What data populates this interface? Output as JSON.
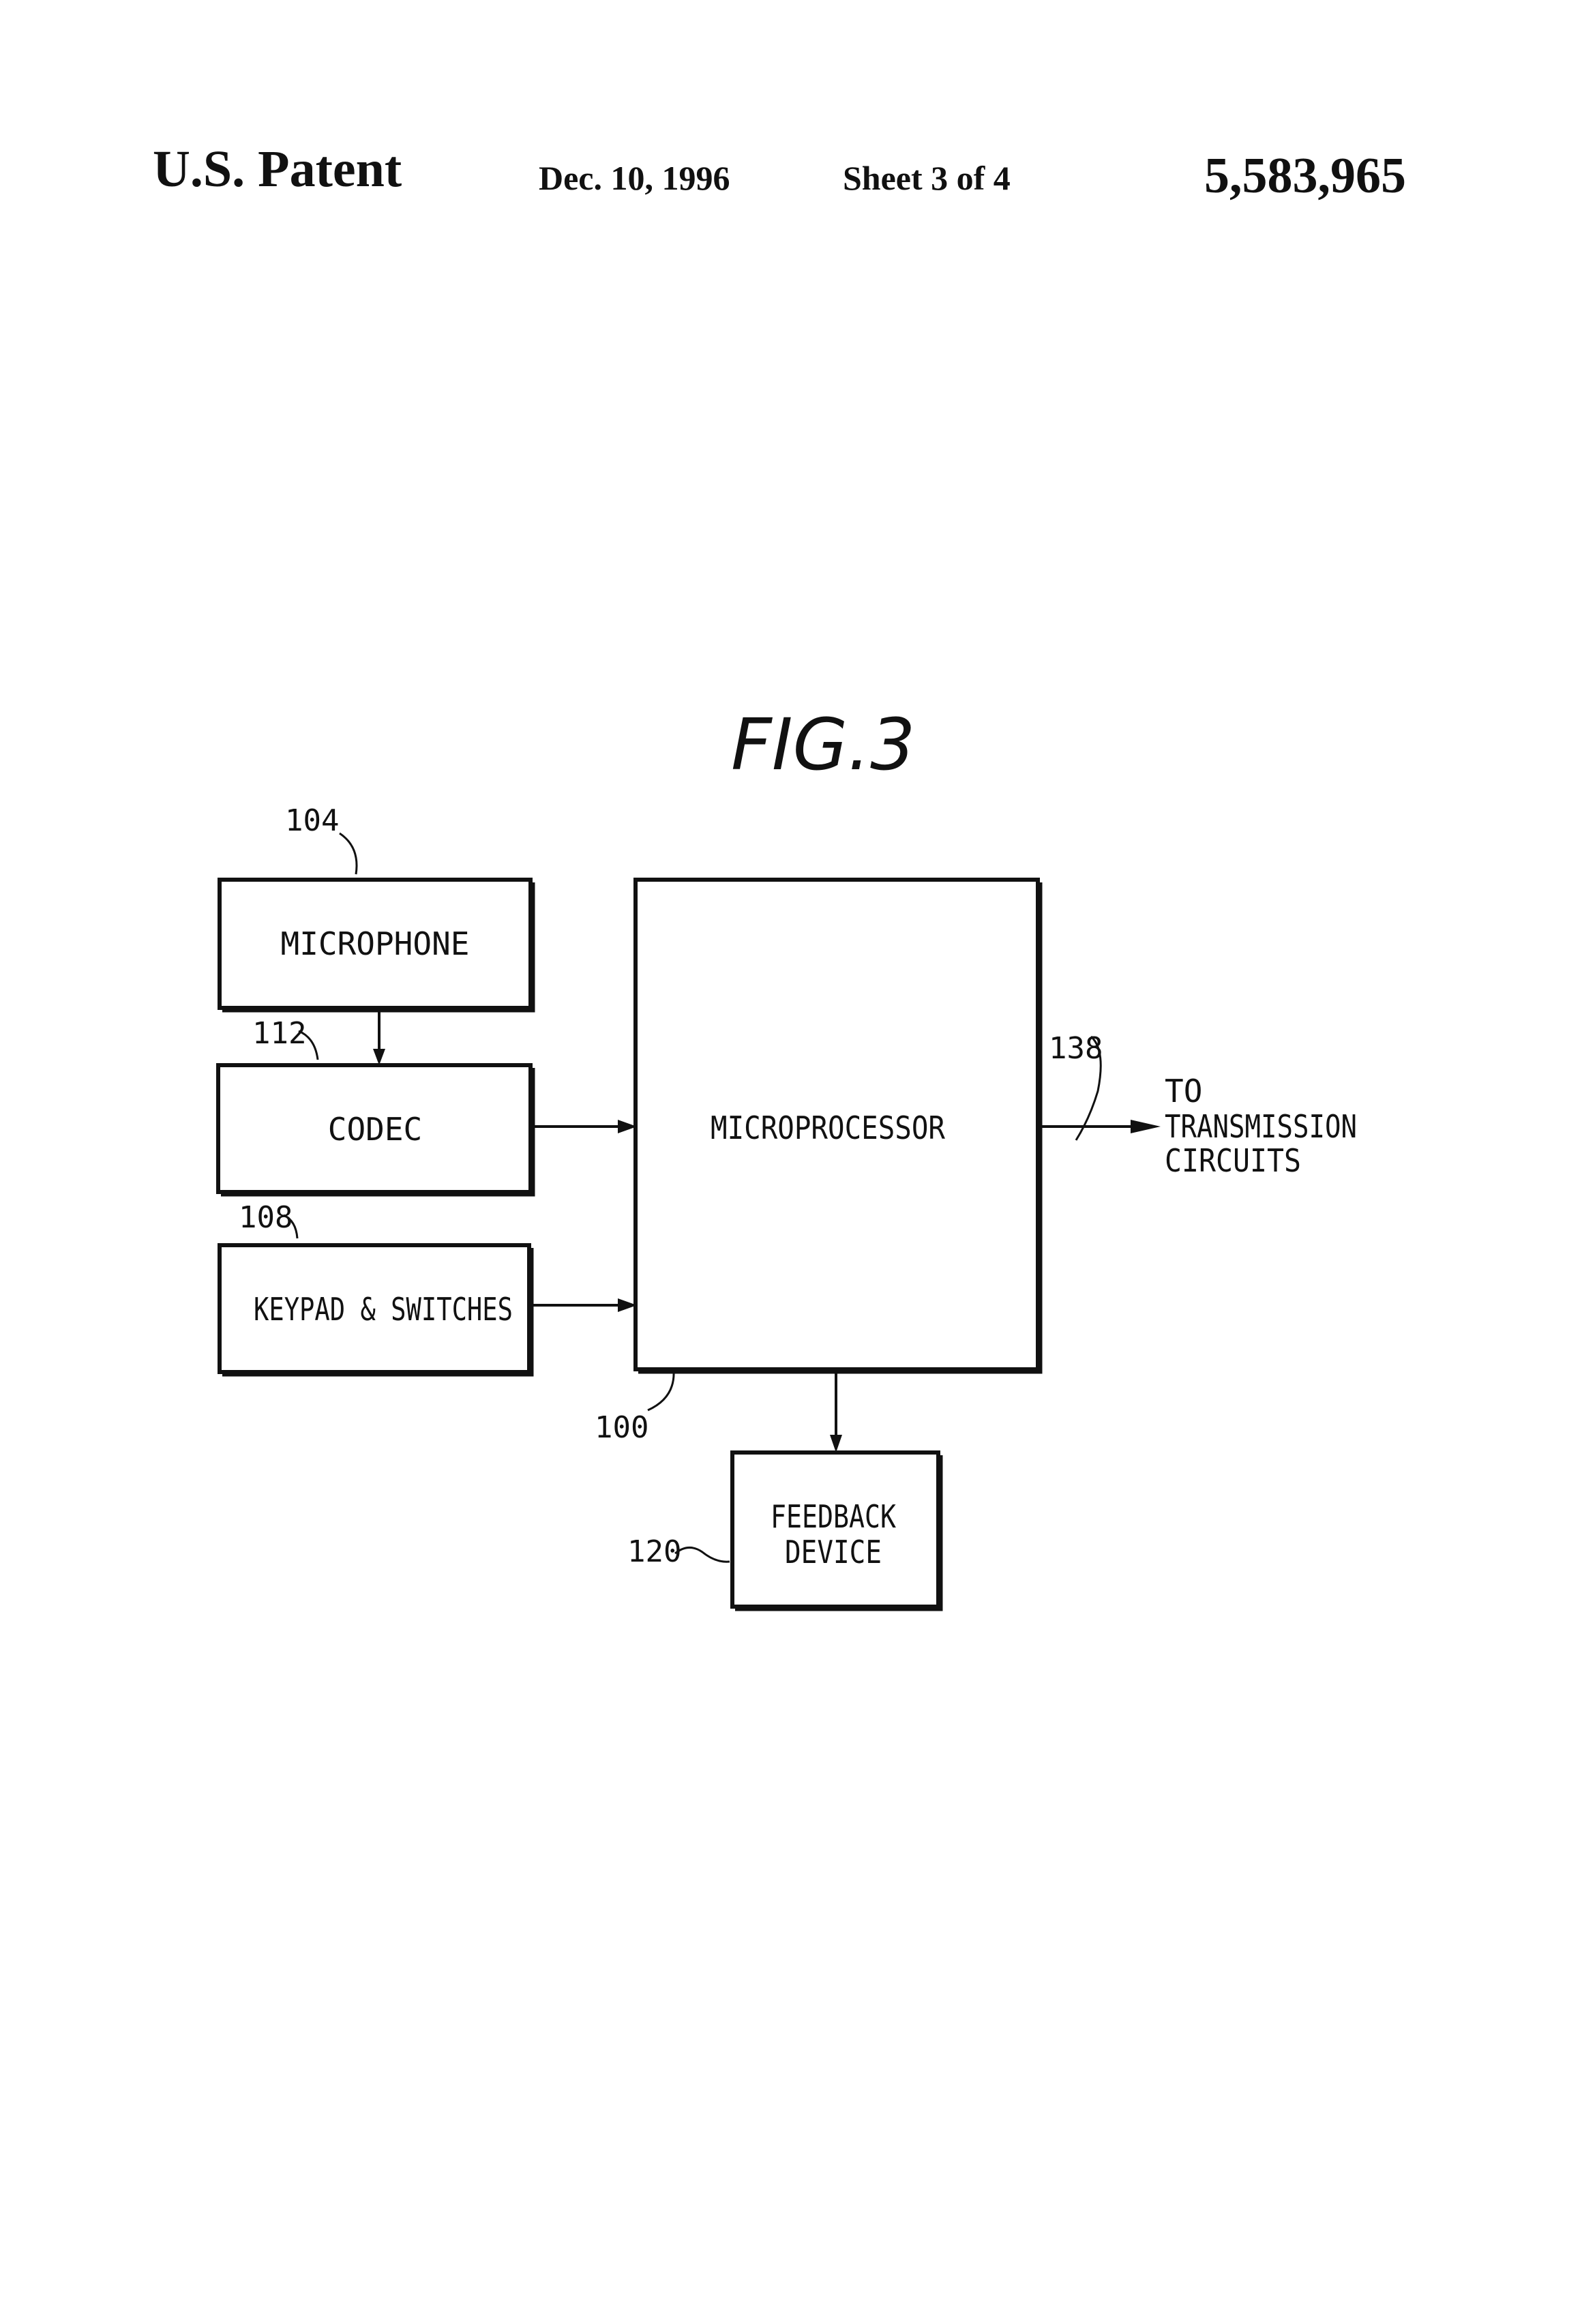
{
  "header": {
    "left": "U.S. Patent",
    "date": "Dec. 10, 1996",
    "sheet": "Sheet 3 of 4",
    "patent_number": "5,583,965"
  },
  "figure": {
    "title": "FIG.3",
    "blocks": {
      "microphone": {
        "label": "MICROPHONE",
        "ref": "104"
      },
      "codec": {
        "label": "CODEC",
        "ref": "112"
      },
      "keypad": {
        "label": "KEYPAD & SWITCHES",
        "ref": "108"
      },
      "microprocessor": {
        "label": "MICROPROCESSOR",
        "ref": "100"
      },
      "feedback": {
        "label_line1": "FEEDBACK",
        "label_line2": "DEVICE",
        "ref": "120"
      }
    },
    "output": {
      "ref": "138",
      "line1": "TO",
      "line2": "TRANSMISSION",
      "line3": "CIRCUITS"
    }
  }
}
